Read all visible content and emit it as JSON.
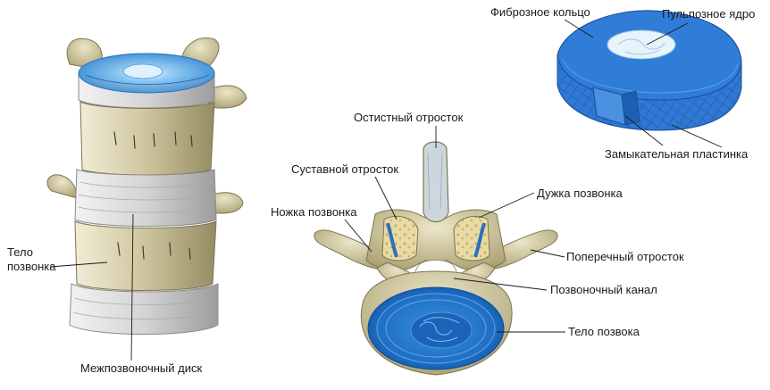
{
  "labels": {
    "vertebral_body": {
      "line1": "Тело",
      "line2": "позвонка"
    },
    "intervertebral_disc": "Межпозвоночный диск",
    "spinous_process": "Остистный отросток",
    "articular_process": "Суставной отросток",
    "pedicle": "Ножка позвонка",
    "vertebral_arch": "Дужка позвонка",
    "transverse_process": "Поперечный отросток",
    "vertebral_canal": "Позвоночный канал",
    "body_cross_section": "Тело позвока",
    "annulus_fibrosus": "Фиброзное кольцо",
    "nucleus_pulposus": "Пульпозное ядро",
    "endplate": "Замыкательная пластинка"
  },
  "colors": {
    "bone": "#cfc8a4",
    "bone_shadow": "#9c9470",
    "disc_band": "#d6d6d6",
    "disc_top": "#2f8fd6",
    "disc_blue": "#2b73c9",
    "disc_light": "#6fb0ea",
    "cartilage": "#d9cc8c"
  }
}
